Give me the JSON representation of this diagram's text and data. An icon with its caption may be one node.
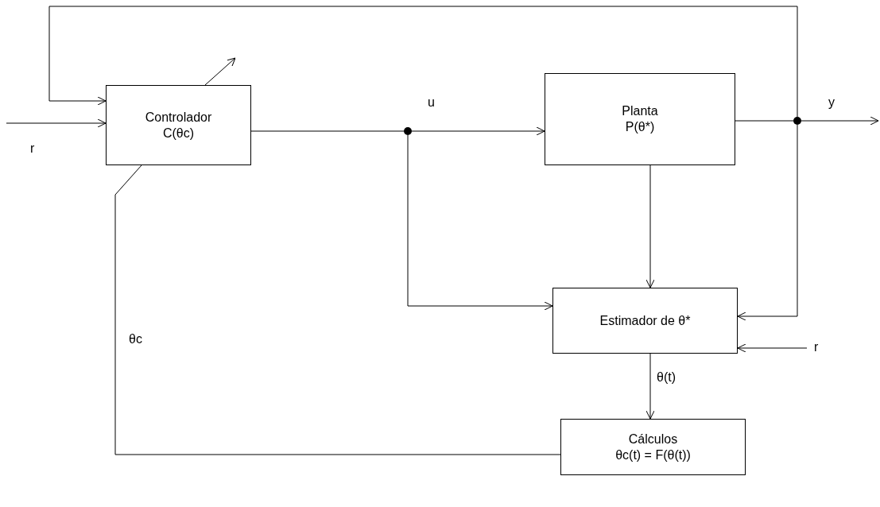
{
  "diagram": {
    "nodes": [
      {
        "text": [
          "Controlador",
          "C(θc)"
        ]
      },
      {
        "text": [
          "Planta",
          "P(θ*)"
        ]
      },
      {
        "text": [
          "Estimador de θ*"
        ]
      },
      {
        "text": [
          "Cálculos",
          "θc(t) = F(θ(t))"
        ]
      },
      {
        "text": [],
        "shape": "circle"
      },
      {
        "text": [],
        "shape": "circle"
      }
    ],
    "edges": [
      {
        "from": null,
        "to": 0,
        "arrow": "to",
        "label": "r"
      },
      {
        "from": 0,
        "to": 4,
        "arrow": "none"
      },
      {
        "from": 4,
        "to": 1,
        "arrow": "to",
        "label": "u"
      },
      {
        "from": 4,
        "to": 2,
        "arrow": "to"
      },
      {
        "from": 1,
        "to": 5,
        "arrow": "none"
      },
      {
        "from": 5,
        "to": null,
        "arrow": "to",
        "label": "y"
      },
      {
        "from": 5,
        "to": 2,
        "arrow": "to"
      },
      {
        "from": 5,
        "to": 0,
        "arrow": "to"
      },
      {
        "from": 1,
        "to": 2,
        "arrow": "to"
      },
      {
        "from": null,
        "to": 2,
        "arrow": "to",
        "label": "r"
      },
      {
        "from": 2,
        "to": 3,
        "arrow": "to",
        "label": "θ(t)"
      },
      {
        "from": 3,
        "to": 0,
        "arrow": "none",
        "label": "θc"
      }
    ]
  }
}
